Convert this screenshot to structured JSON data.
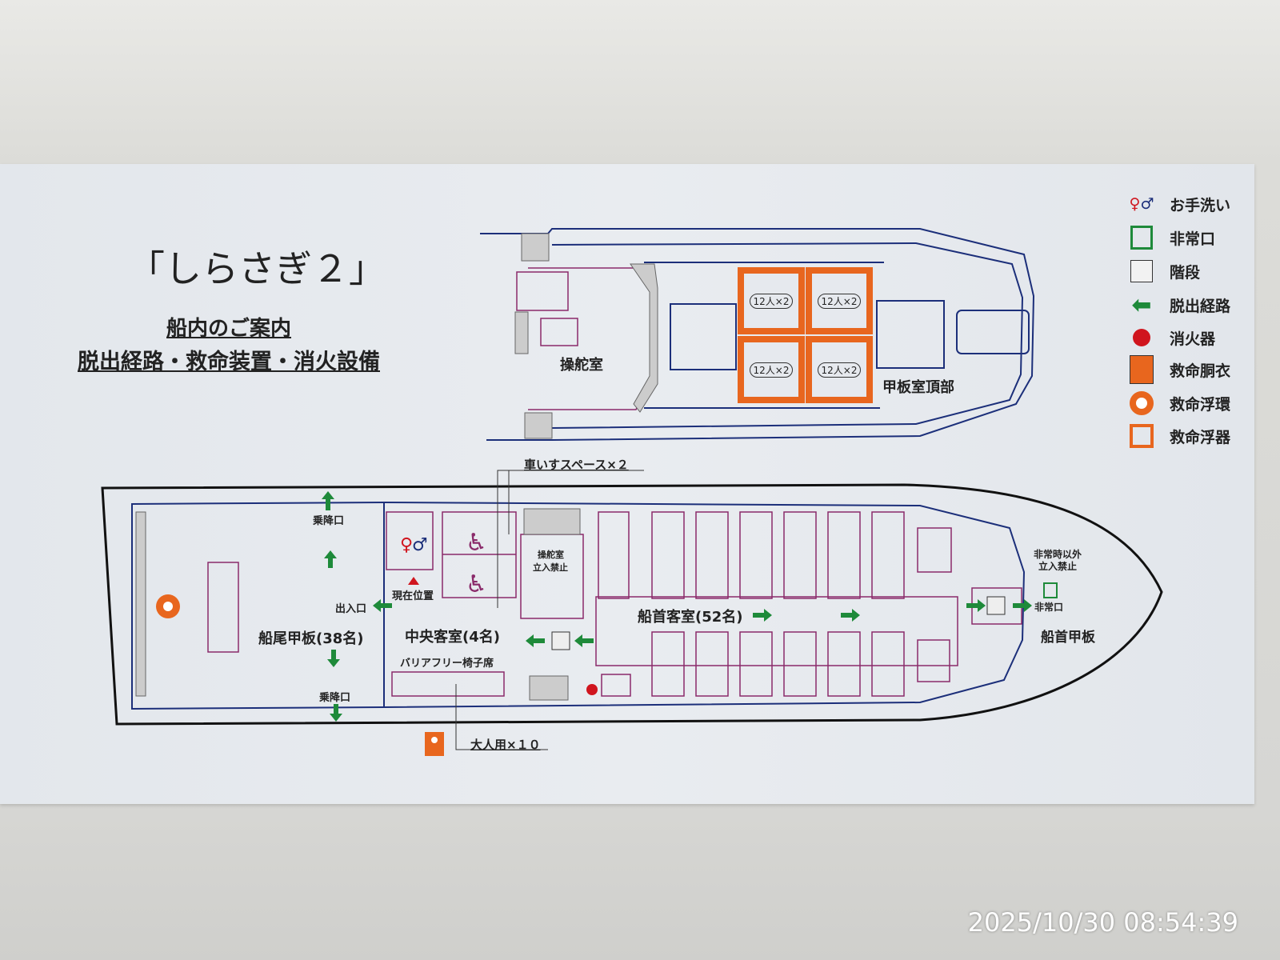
{
  "title": "「しらさぎ２」",
  "subtitle": "船内のご案内",
  "subtitle2": "脱出経路・救命装置・消火設備",
  "legend": [
    {
      "icon": "restroom-icon",
      "label": "お手洗い"
    },
    {
      "icon": "emergency-exit-icon",
      "label": "非常口"
    },
    {
      "icon": "stairs-icon",
      "label": "階段"
    },
    {
      "icon": "escape-route-arrow-icon",
      "label": "脱出経路"
    },
    {
      "icon": "fire-extinguisher-icon",
      "label": "消火器"
    },
    {
      "icon": "life-jacket-icon",
      "label": "救命胴衣"
    },
    {
      "icon": "life-ring-icon",
      "label": "救命浮環"
    },
    {
      "icon": "life-float-icon",
      "label": "救命浮器"
    }
  ],
  "upper_deck": {
    "wheelhouse": "操舵室",
    "roof": "甲板室頂部",
    "rafts": [
      "12人×2",
      "12人×2",
      "12人×2",
      "12人×2"
    ]
  },
  "main_deck": {
    "wheelchair_space": "車いすスペース×２",
    "boarding_top": "乗降口",
    "boarding_bottom": "乗降口",
    "entrance": "出入口",
    "current_location": "現在位置",
    "stern_deck": "船尾甲板(38名)",
    "center_cabin": "中央客室(4名)",
    "barrier_free": "バリアフリー椅子席",
    "wheelhouse_no_entry_1": "操舵室",
    "wheelhouse_no_entry_2": "立入禁止",
    "bow_cabin": "船首客室(52名)",
    "no_entry_1": "非常時以外",
    "no_entry_2": "立入禁止",
    "emergency_exit": "非常口",
    "bow_deck": "船首甲板",
    "adult_jackets": "大人用×１０"
  },
  "timestamp": "2025/10/30 08:54:39",
  "colors": {
    "route": "#1e8a3a",
    "orange": "#e8661e",
    "hull": "#1c2f7a",
    "interior": "#8a2a6a",
    "red": "#d0151e"
  }
}
